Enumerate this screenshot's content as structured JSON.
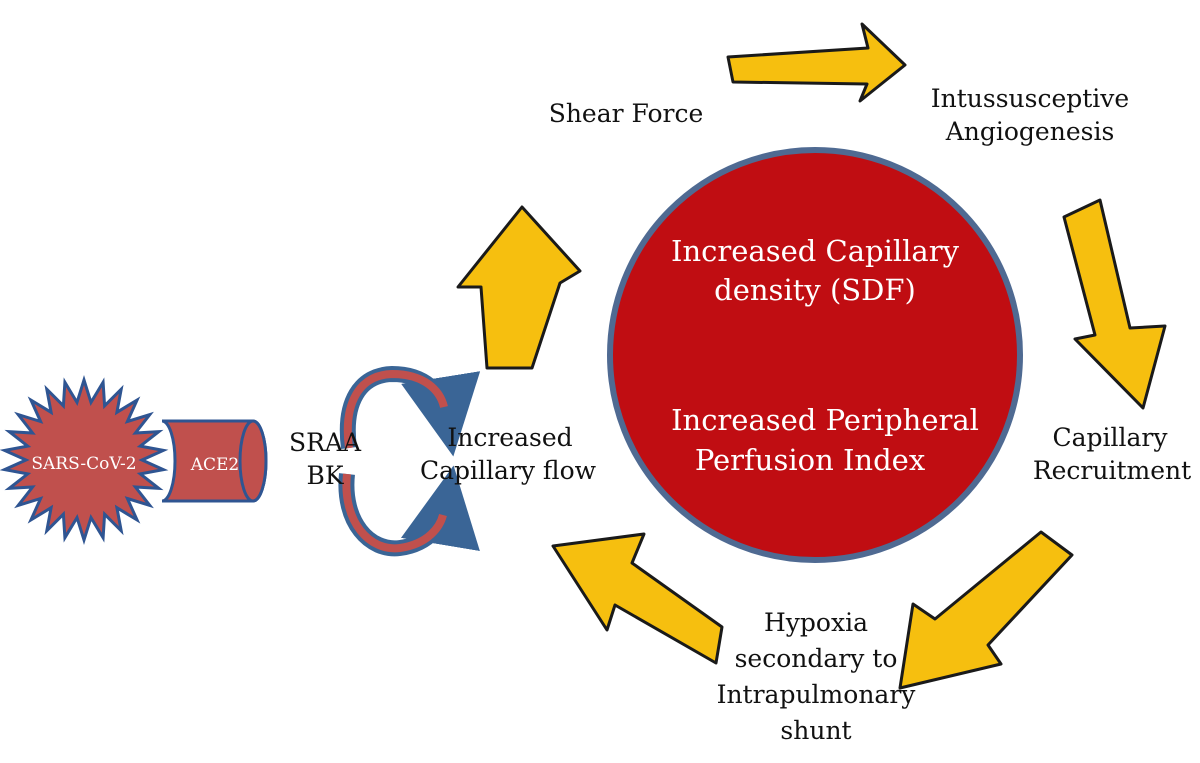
{
  "colors": {
    "circle_fill": "#c00d12",
    "circle_stroke": "#4f6a92",
    "arrow_fill": "#f6bf0f",
    "arrow_stroke": "#1a1a1a",
    "virus_fill": "#c0504d",
    "virus_stroke": "#2f5592",
    "loop_fill": "#c0504d",
    "loop_stroke": "#3a6596"
  },
  "virus": {
    "label": "SARS-CoV-2",
    "icon": "virus-spiky-icon"
  },
  "receptor": {
    "label": "ACE2"
  },
  "mediators": {
    "line1": "SRAA",
    "line2": "BK"
  },
  "flow": {
    "line1": "Increased",
    "line2": "Capillary flow"
  },
  "center": {
    "density_line1": "Increased Capillary",
    "density_line2": "density (SDF)",
    "perfusion_line1": "Increased Peripheral",
    "perfusion_line2": "Perfusion Index"
  },
  "cycle": {
    "shear": "Shear Force",
    "angio_line1": "Intussusceptive",
    "angio_line2": "Angiogenesis",
    "recruit_line1": "Capillary",
    "recruit_line2": "Recruitment",
    "hypoxia_line1": "Hypoxia",
    "hypoxia_line2": "secondary to",
    "hypoxia_line3": "Intrapulmonary",
    "hypoxia_line4": "shunt"
  }
}
